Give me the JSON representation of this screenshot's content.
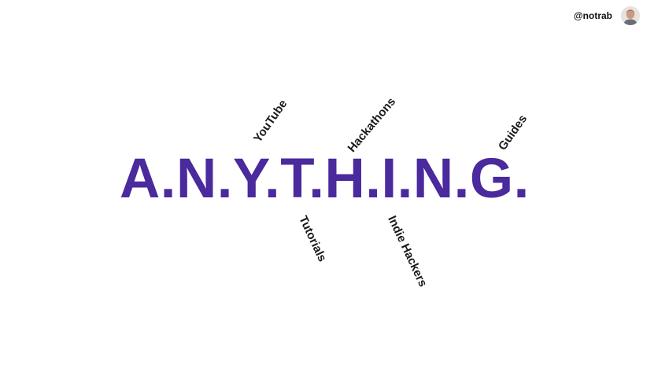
{
  "author": {
    "handle": "@notrab",
    "avatar_icon": "person-avatar"
  },
  "headline": {
    "text": "A.N.Y.T.H.I.N.G.",
    "color": "#4a2a9c"
  },
  "words": {
    "youtube": "YouTube",
    "hackathons": "Hackathons",
    "guides": "Guides",
    "tutorials": "Tutorials",
    "indie_hackers": "Indie Hackers"
  }
}
